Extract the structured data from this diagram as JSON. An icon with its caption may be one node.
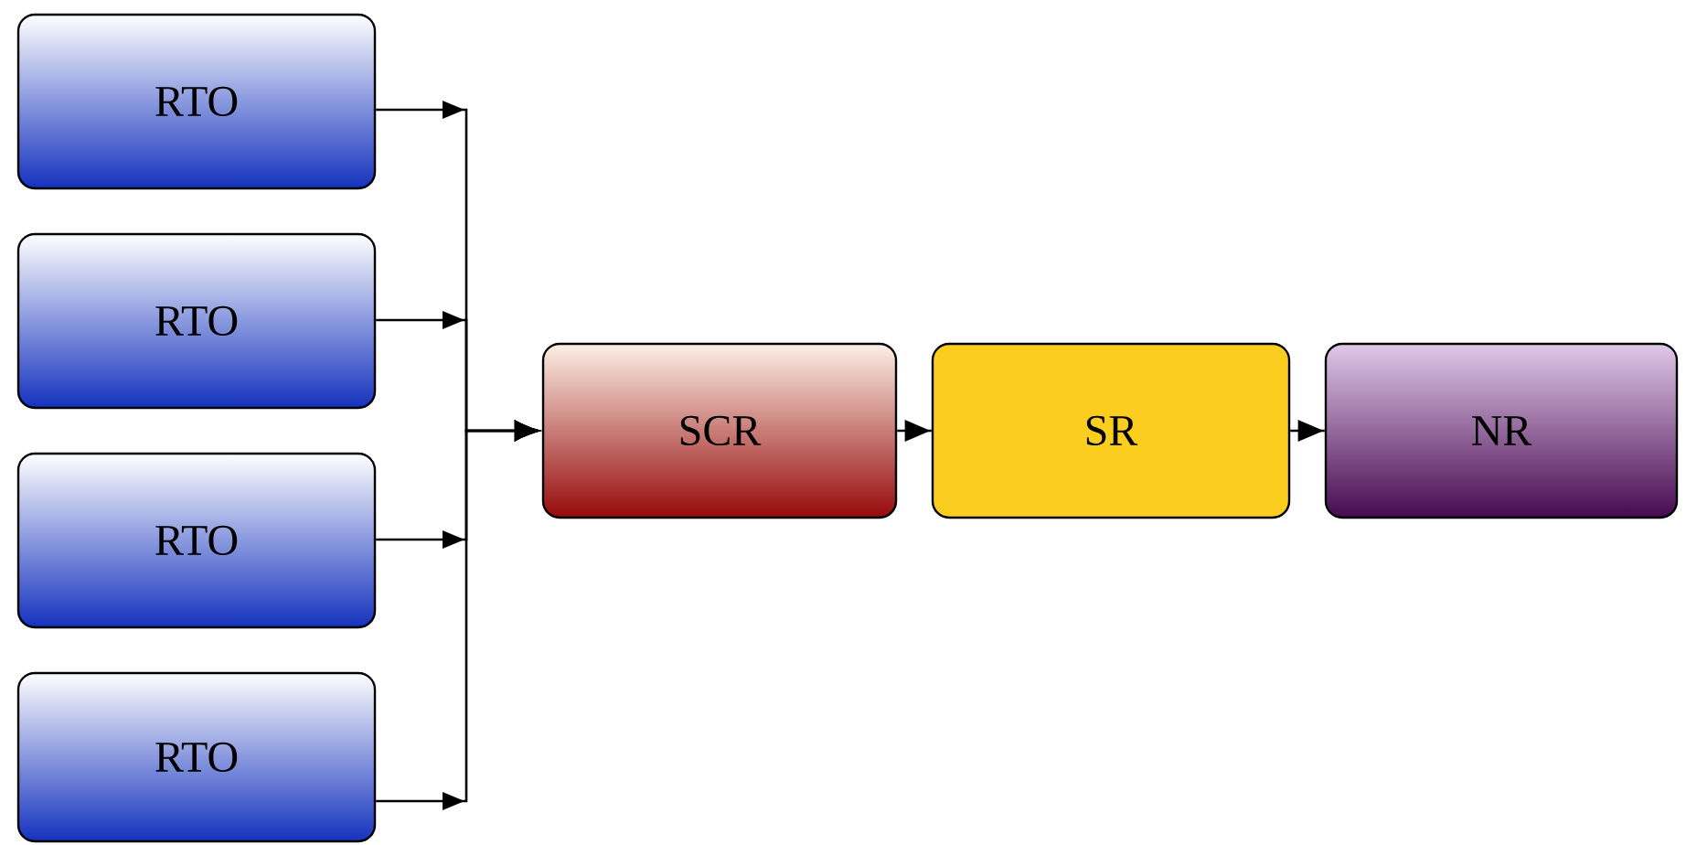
{
  "diagram": {
    "nodes": [
      {
        "text": [
          "RTO"
        ]
      },
      {
        "text": [
          "RTO"
        ]
      },
      {
        "text": [
          "RTO"
        ]
      },
      {
        "text": [
          "RTO"
        ]
      },
      {
        "text": [
          "SCR"
        ]
      },
      {
        "text": [
          "SR"
        ]
      },
      {
        "text": [
          "NR"
        ]
      }
    ],
    "edges": [
      {
        "from": 0,
        "to": 4,
        "arrow": "to"
      },
      {
        "from": 1,
        "to": 4,
        "arrow": "to"
      },
      {
        "from": 2,
        "to": 4,
        "arrow": "to"
      },
      {
        "from": 3,
        "to": 4,
        "arrow": "to"
      },
      {
        "from": 4,
        "to": 5,
        "arrow": "to"
      },
      {
        "from": 5,
        "to": 6,
        "arrow": "to"
      }
    ]
  }
}
